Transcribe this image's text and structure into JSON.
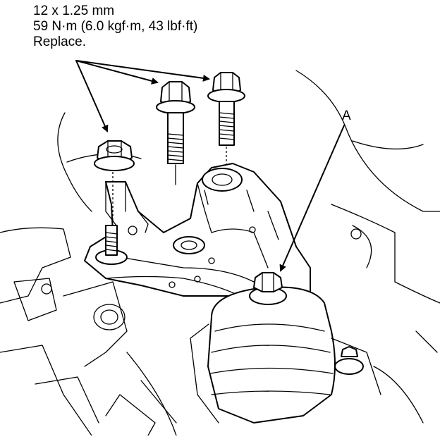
{
  "diagram": {
    "spec_lines": [
      "12 x 1.25 mm",
      "59 N·m (6.0 kgf·m, 43 lbf·ft)",
      "Replace."
    ],
    "callout_label": "A",
    "icons": [
      "flange-nut-icon",
      "flange-bolt-icon",
      "mount-bracket-icon",
      "arrow-icon"
    ]
  }
}
